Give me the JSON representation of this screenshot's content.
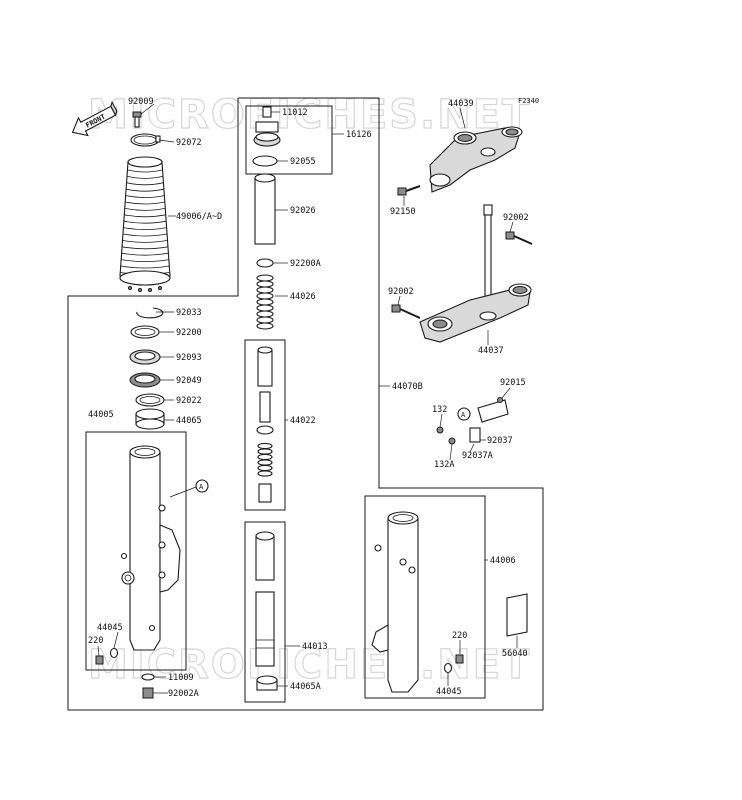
{
  "figure_code": "F2340",
  "watermark": "MICROFICHES.NET",
  "front_label": "FRONT",
  "callout_symbol": "A",
  "parts": [
    {
      "id": "p-92009",
      "label": "92009"
    },
    {
      "id": "p-92072",
      "label": "92072"
    },
    {
      "id": "p-49006",
      "label": "49006/A~D"
    },
    {
      "id": "p-92033",
      "label": "92033"
    },
    {
      "id": "p-92200",
      "label": "92200"
    },
    {
      "id": "p-92093",
      "label": "92093"
    },
    {
      "id": "p-92049",
      "label": "92049"
    },
    {
      "id": "p-92022",
      "label": "92022"
    },
    {
      "id": "p-44065",
      "label": "44065"
    },
    {
      "id": "p-44005",
      "label": "44005"
    },
    {
      "id": "p-44045L",
      "label": "44045"
    },
    {
      "id": "p-220L",
      "label": "220"
    },
    {
      "id": "p-11009",
      "label": "11009"
    },
    {
      "id": "p-92002A",
      "label": "92002A"
    },
    {
      "id": "p-11012",
      "label": "11012"
    },
    {
      "id": "p-16126",
      "label": "16126"
    },
    {
      "id": "p-92055",
      "label": "92055"
    },
    {
      "id": "p-92026",
      "label": "92026"
    },
    {
      "id": "p-92200A",
      "label": "92200A"
    },
    {
      "id": "p-44026",
      "label": "44026"
    },
    {
      "id": "p-44022",
      "label": "44022"
    },
    {
      "id": "p-44013",
      "label": "44013"
    },
    {
      "id": "p-44065A",
      "label": "44065A"
    },
    {
      "id": "p-44039",
      "label": "44039"
    },
    {
      "id": "p-92150",
      "label": "92150"
    },
    {
      "id": "p-92002a",
      "label": "92002"
    },
    {
      "id": "p-92002b",
      "label": "92002"
    },
    {
      "id": "p-44037",
      "label": "44037"
    },
    {
      "id": "p-44070B",
      "label": "44070B"
    },
    {
      "id": "p-92015",
      "label": "92015"
    },
    {
      "id": "p-132",
      "label": "132"
    },
    {
      "id": "p-92037",
      "label": "92037"
    },
    {
      "id": "p-92037A",
      "label": "92037A"
    },
    {
      "id": "p-132A",
      "label": "132A"
    },
    {
      "id": "p-44006",
      "label": "44006"
    },
    {
      "id": "p-56040",
      "label": "56040"
    },
    {
      "id": "p-220R",
      "label": "220"
    },
    {
      "id": "p-44045R",
      "label": "44045"
    }
  ]
}
